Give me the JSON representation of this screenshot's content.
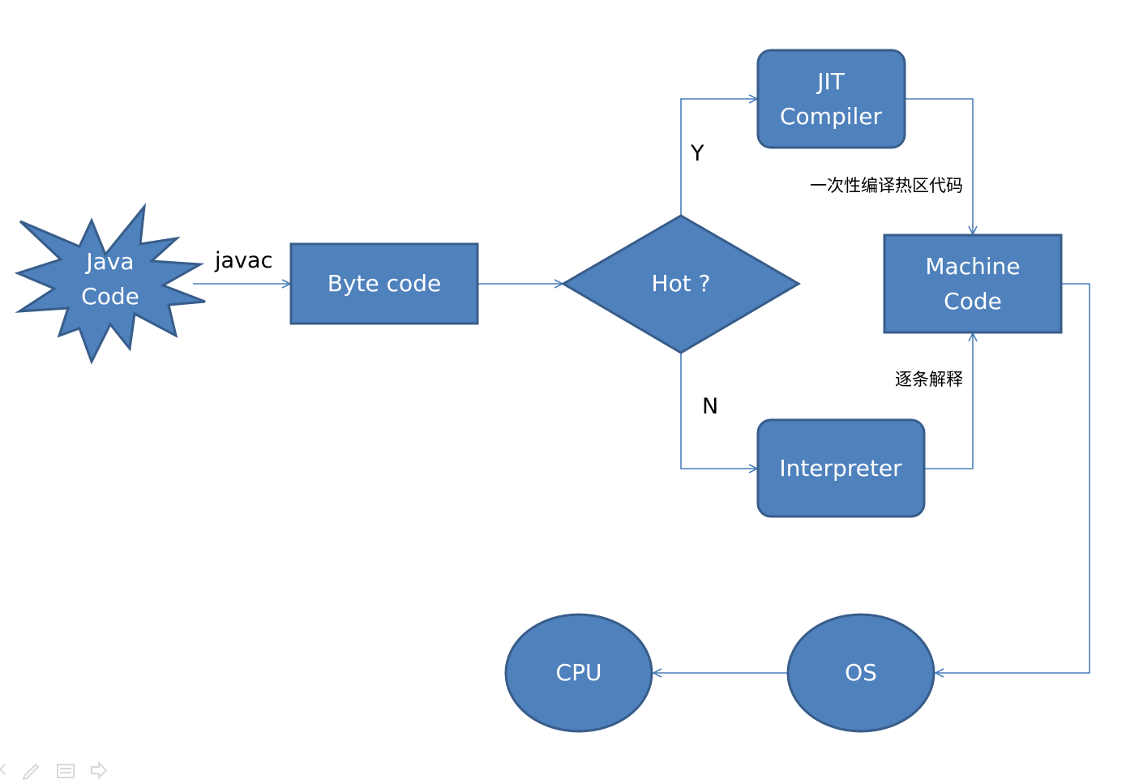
{
  "colors": {
    "node_fill": "#4f81bd",
    "node_stroke": "#385d8a",
    "edge": "#4a7ebb",
    "node_text": "#ffffff",
    "label_text": "#000000",
    "slide_controls": "#d9d9d9"
  },
  "nodes": {
    "java_code": {
      "line1": "Java",
      "line2": "Code",
      "shape": "explosion-star"
    },
    "byte_code": {
      "label": "Byte code",
      "shape": "rectangle"
    },
    "hot": {
      "label": "Hot ?",
      "shape": "diamond"
    },
    "jit_compiler": {
      "line1": "JIT",
      "line2": "Compiler",
      "shape": "rounded-rectangle"
    },
    "interpreter": {
      "label": "Interpreter",
      "shape": "rounded-rectangle"
    },
    "machine_code": {
      "line1": "Machine",
      "line2": "Code",
      "shape": "rectangle"
    },
    "os": {
      "label": "OS",
      "shape": "ellipse"
    },
    "cpu": {
      "label": "CPU",
      "shape": "ellipse"
    }
  },
  "edges": {
    "javac": {
      "label": "javac",
      "from": "Java Code",
      "to": "Byte code"
    },
    "to_hot": {
      "label": "",
      "from": "Byte code",
      "to": "Hot ?"
    },
    "yes": {
      "label": "Y",
      "from": "Hot ?",
      "to": "JIT Compiler"
    },
    "no": {
      "label": "N",
      "from": "Hot ?",
      "to": "Interpreter"
    },
    "jit_to_machine": {
      "label": "一次性编译热区代码",
      "from": "JIT Compiler",
      "to": "Machine Code"
    },
    "interp_to_machine": {
      "label": "逐条解释",
      "from": "Interpreter",
      "to": "Machine Code"
    },
    "machine_to_os": {
      "label": "",
      "from": "Machine Code",
      "to": "OS"
    },
    "os_to_cpu": {
      "label": "",
      "from": "OS",
      "to": "CPU"
    }
  },
  "slide_controls": [
    "back-icon",
    "pen-icon",
    "menu-icon",
    "forward-icon"
  ]
}
